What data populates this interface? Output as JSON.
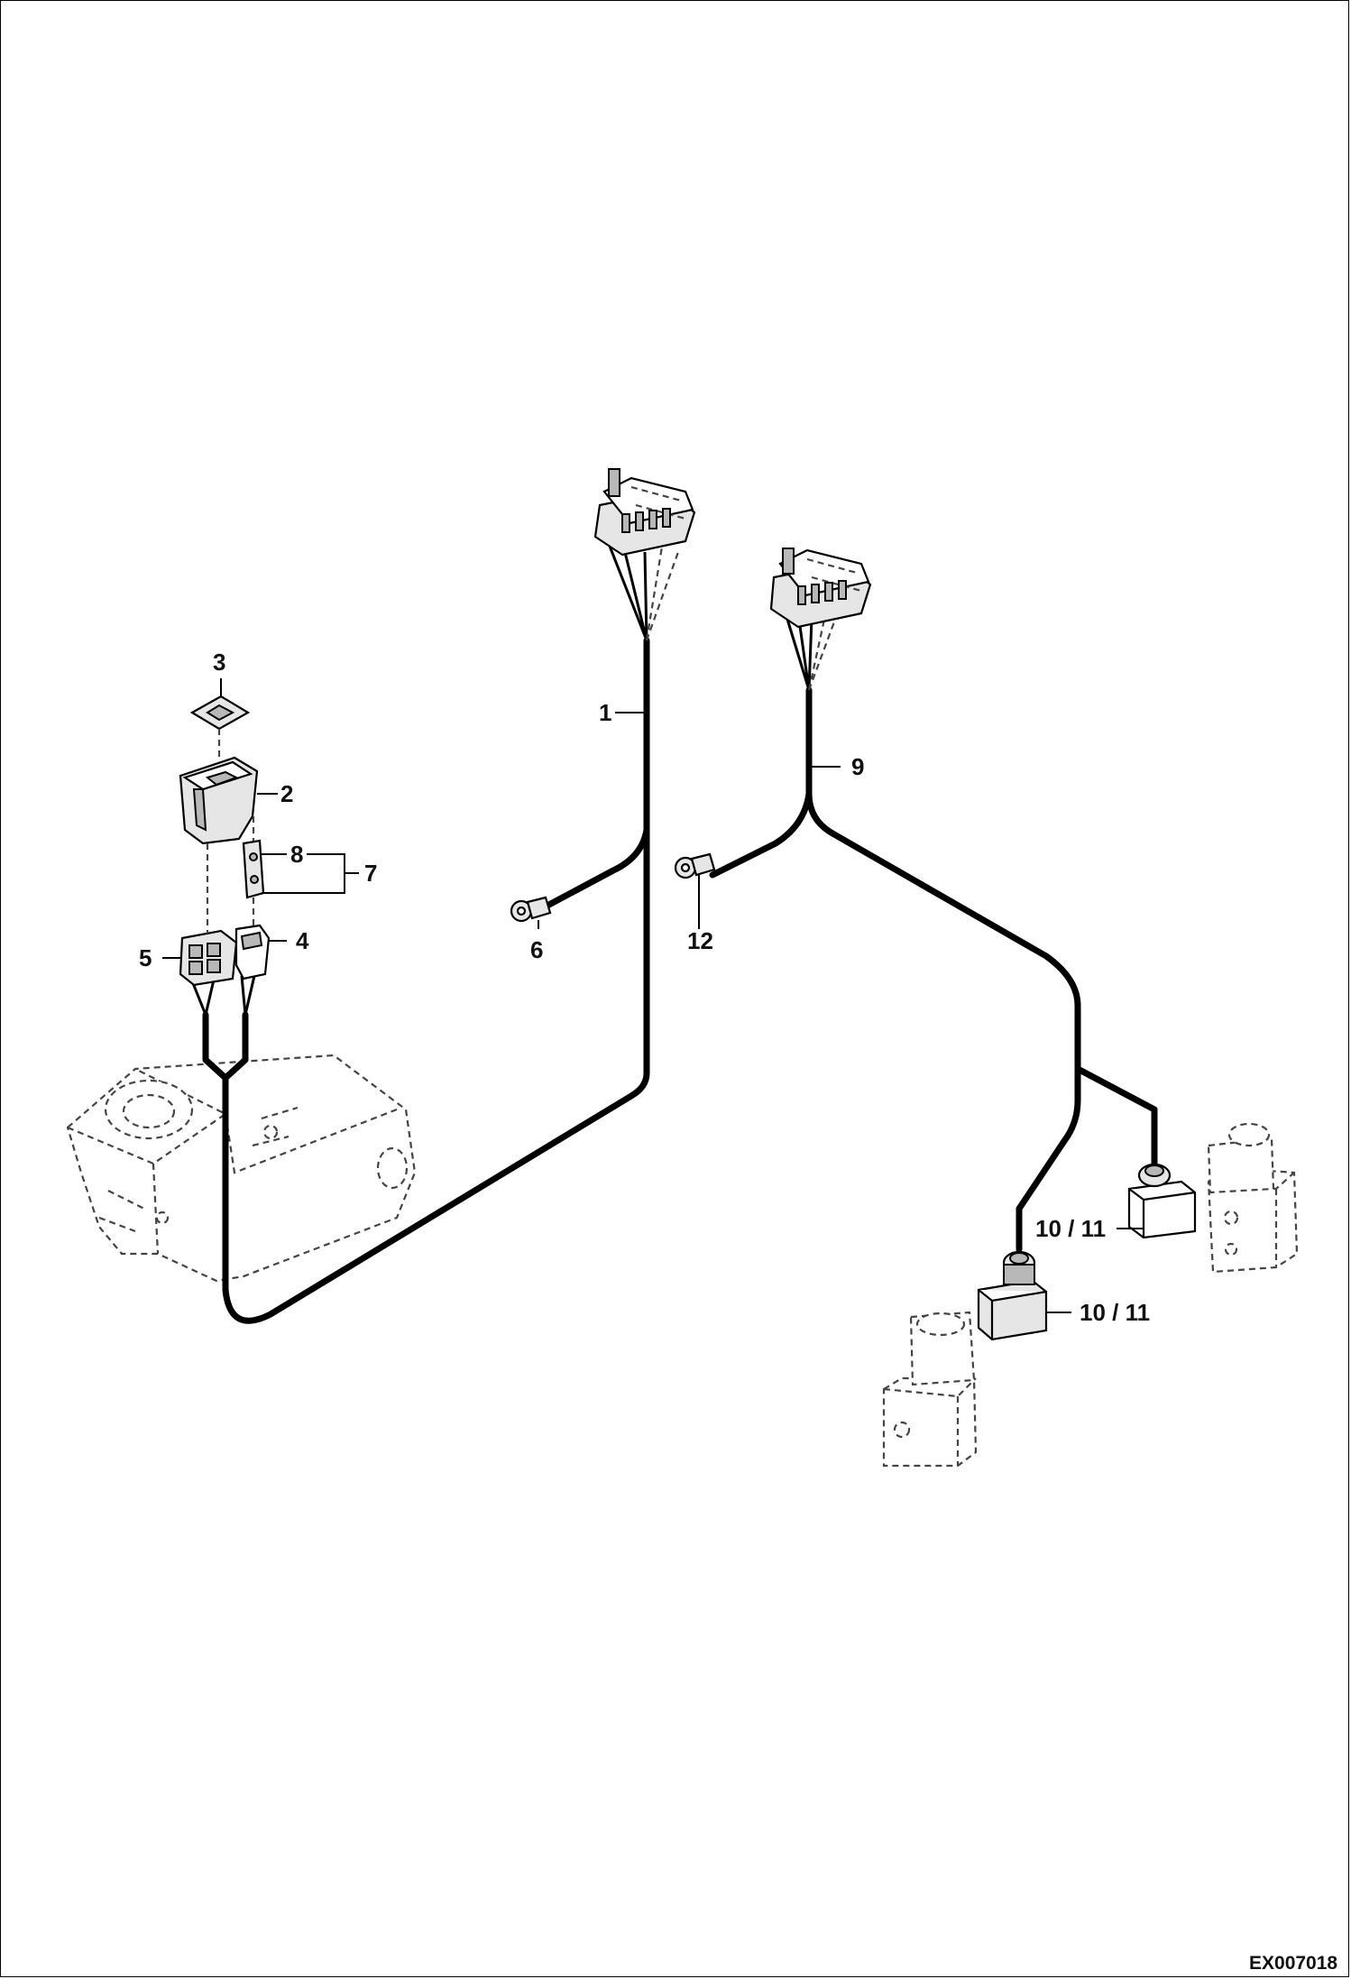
{
  "drawing": {
    "reference_code": "EX007018",
    "callouts": [
      {
        "id": "c1",
        "text": "1"
      },
      {
        "id": "c2",
        "text": "2"
      },
      {
        "id": "c3",
        "text": "3"
      },
      {
        "id": "c4",
        "text": "4"
      },
      {
        "id": "c5",
        "text": "5"
      },
      {
        "id": "c6",
        "text": "6"
      },
      {
        "id": "c7",
        "text": "7"
      },
      {
        "id": "c8",
        "text": "8"
      },
      {
        "id": "c9",
        "text": "9"
      },
      {
        "id": "c10a",
        "text": "10 / 11"
      },
      {
        "id": "c10b",
        "text": "10 / 11"
      },
      {
        "id": "c12",
        "text": "12"
      }
    ]
  }
}
